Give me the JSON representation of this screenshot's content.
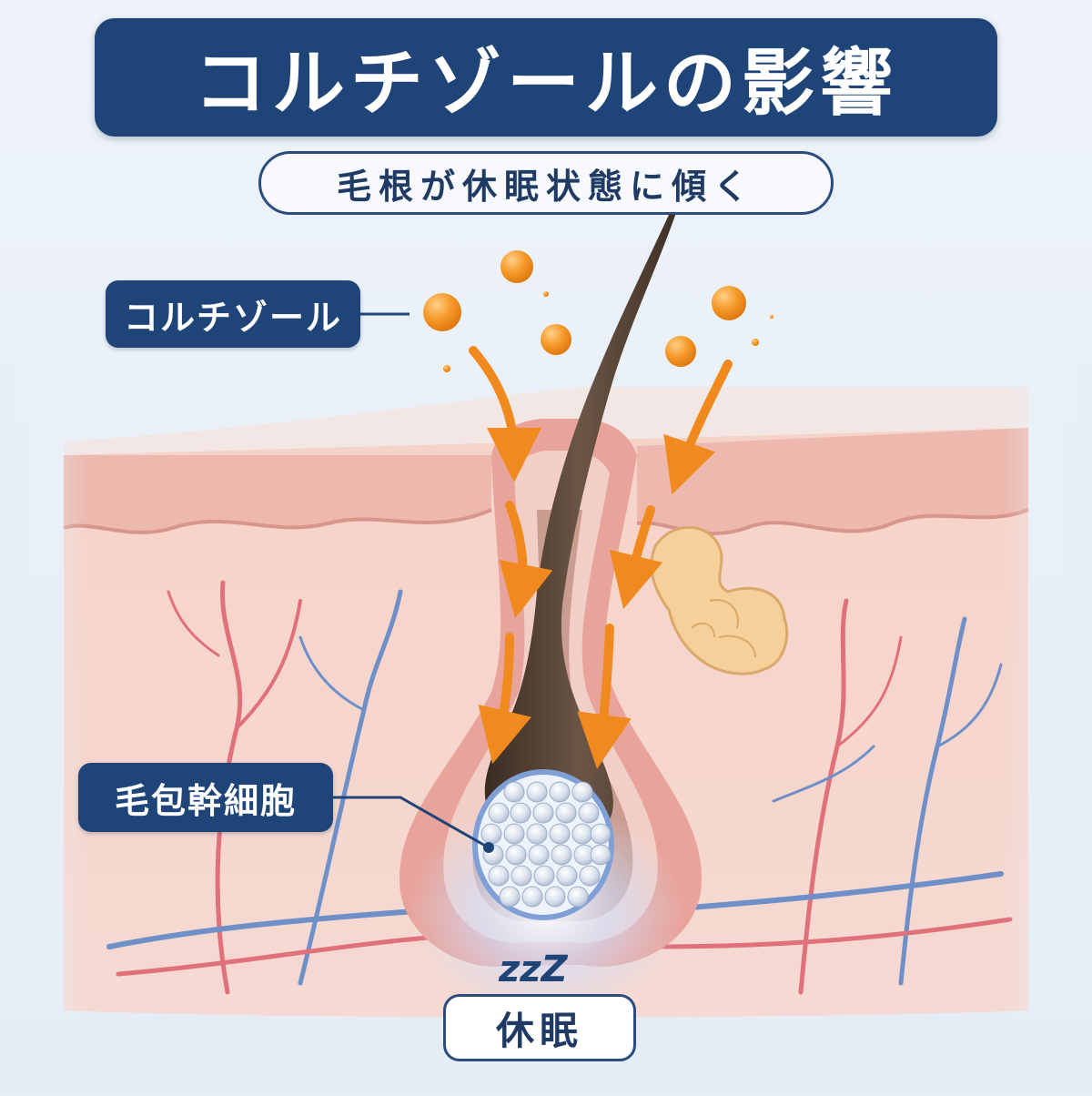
{
  "title": "コルチゾールの影響",
  "subtitle": "毛根が休眠状態に傾く",
  "labels": {
    "cortisol": "コルチゾール",
    "stem_cells": "毛包幹細胞",
    "dormancy": "休眠"
  },
  "sleep_symbol": "zzZ",
  "colors": {
    "navy": "#1f4578",
    "cortisol_orange": "#f08a1e",
    "skin_pink": "#f3c7bf",
    "hair_brown": "#4a382c",
    "stem_cell_blue": "#7f9fd6",
    "artery_red": "#e0707a",
    "vein_blue": "#6f8fc8"
  }
}
